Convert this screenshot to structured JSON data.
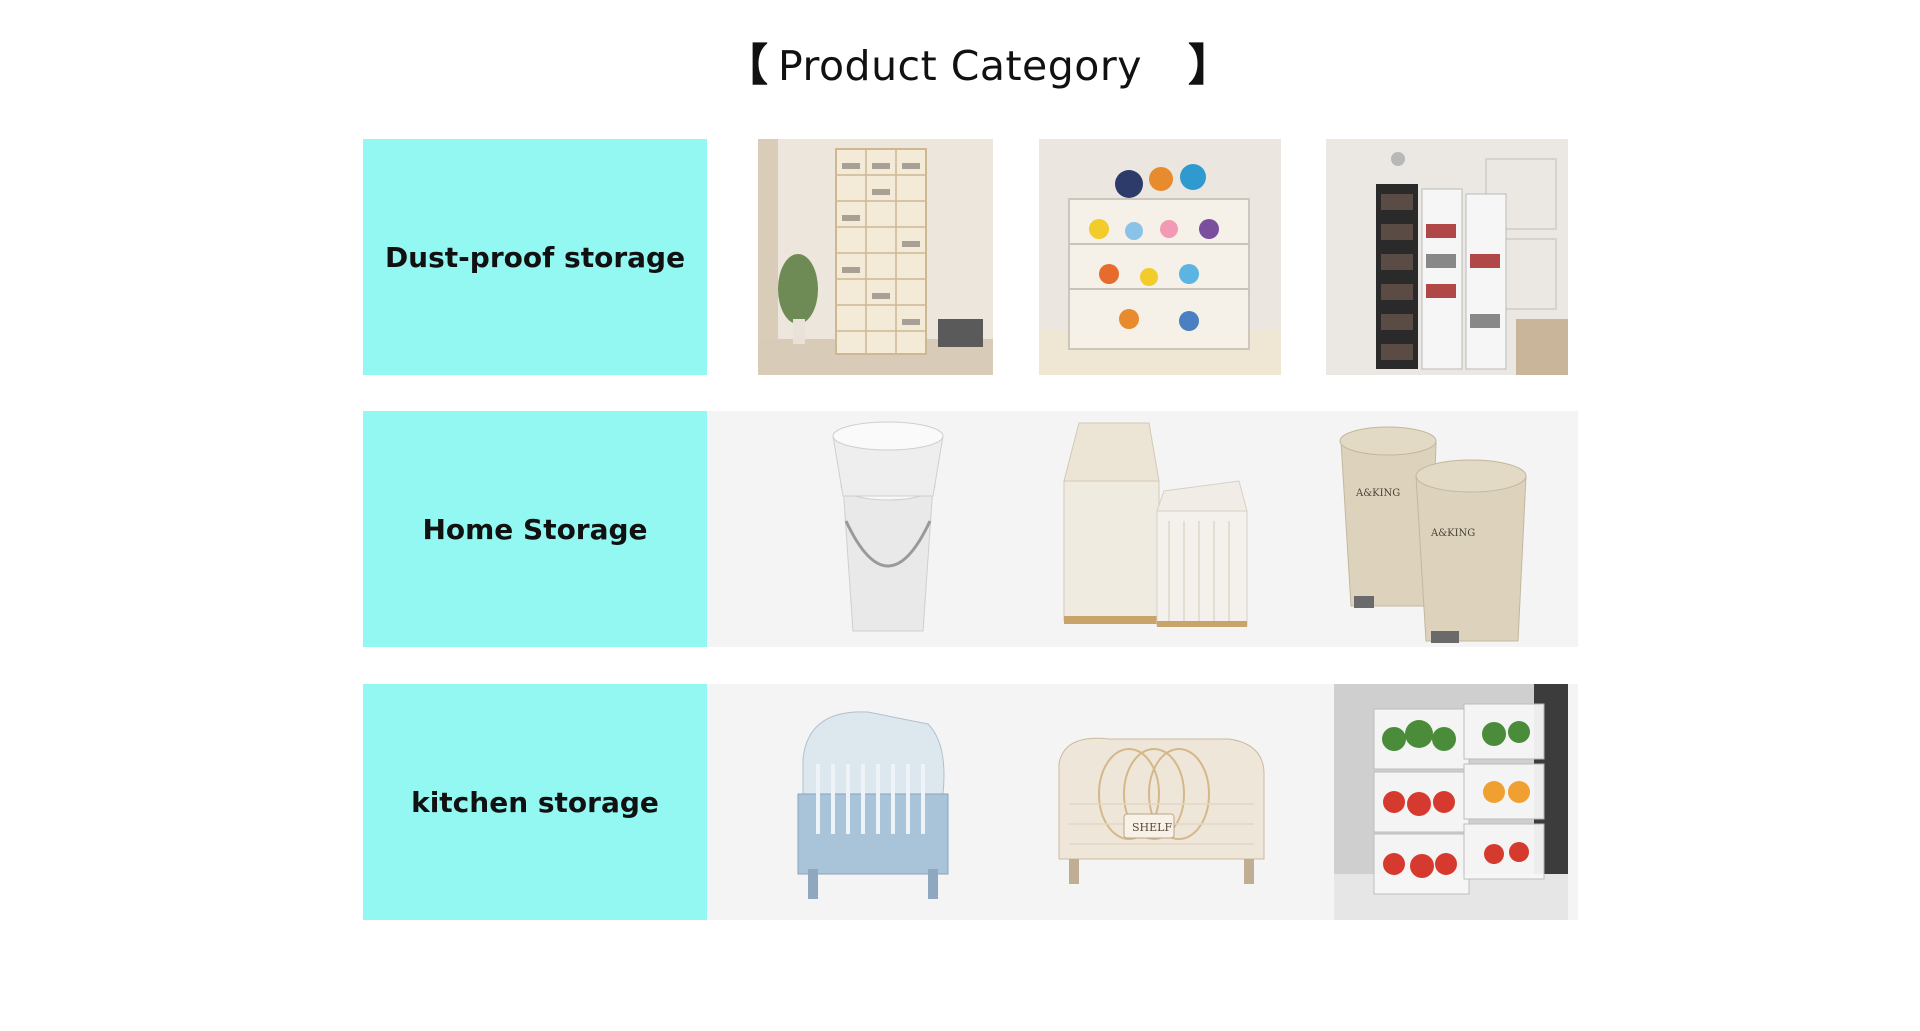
{
  "header": {
    "title": "Product Category",
    "bracket_left": "【",
    "bracket_right": "】"
  },
  "colors": {
    "label_bg": "#93f8f2",
    "tile_bg": "#f4f4f4"
  },
  "categories": [
    {
      "label": "Dust-proof storage",
      "images": [
        "shoe-cabinet-photo",
        "figure-display-case-photo",
        "shoe-box-stack-photo"
      ]
    },
    {
      "label": "Home Storage",
      "images": [
        "bucket-photo",
        "trash-can-pair-photo",
        "pedal-bin-pair-photo"
      ]
    },
    {
      "label": "kitchen storage",
      "images": [
        "dish-rack-blue-photo",
        "dish-rack-shelf-photo",
        "fridge-container-photo"
      ]
    }
  ],
  "image_text": {
    "bin_brand": "A&KING",
    "shelf_tag": "SHELF"
  }
}
